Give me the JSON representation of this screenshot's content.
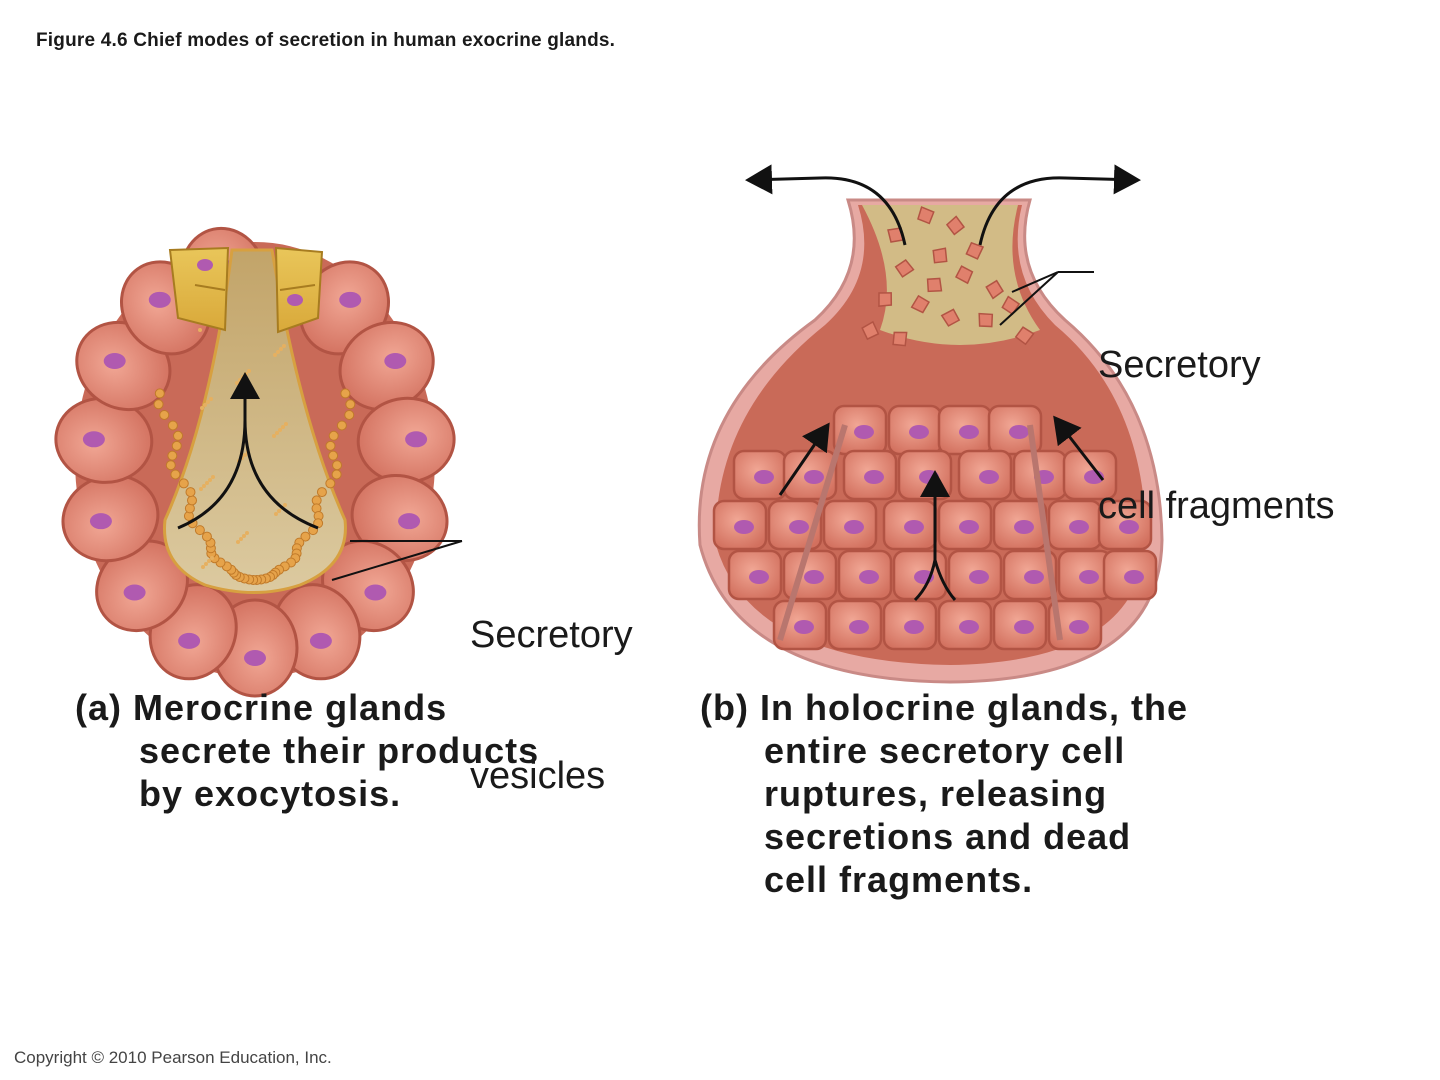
{
  "figure": {
    "title": "Figure 4.6  Chief modes of secretion in human exocrine glands."
  },
  "labels": {
    "secretory_vesicles": [
      "Secretory",
      "vesicles"
    ],
    "secretory_cell_fragments": [
      "Secretory",
      "cell fragments"
    ]
  },
  "captions": {
    "merocrine": {
      "marker": "(a)",
      "lines": [
        "Merocrine glands",
        "secrete their products",
        "by exocytosis."
      ]
    },
    "holocrine": {
      "marker": "(b)",
      "lines": [
        "In holocrine glands, the",
        "entire secretory cell",
        "ruptures, releasing",
        "secretions and dead",
        "cell fragments."
      ]
    }
  },
  "footer": {
    "copyright": "Copyright © 2010 Pearson Education, Inc."
  },
  "colors": {
    "cell_fill": "#e58a78",
    "cell_edge": "#b25444",
    "nucleus": "#b05ab0",
    "lumen": "#cdb37e",
    "duct_cell": "#e7c24a",
    "capsule": "#e7a9a3"
  }
}
